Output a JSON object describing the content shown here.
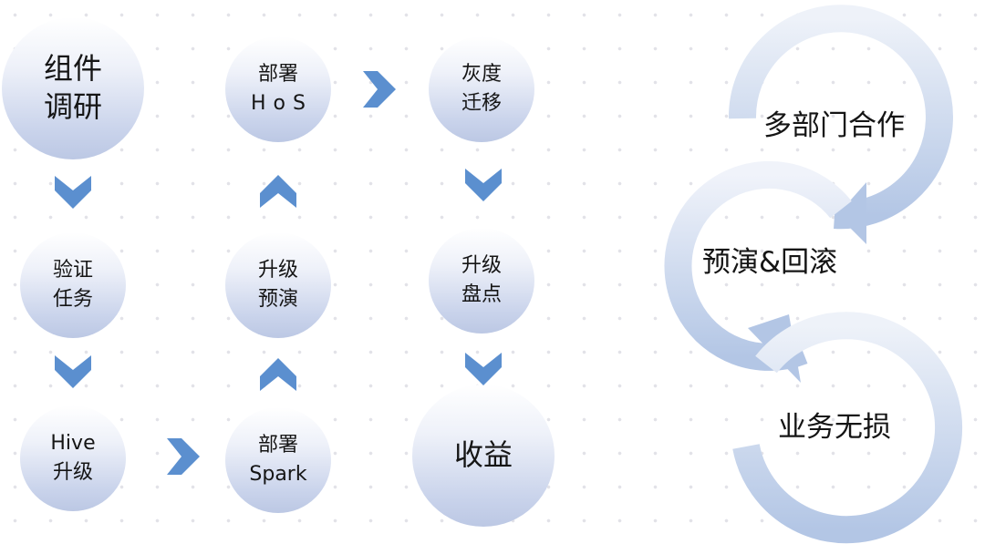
{
  "flow": {
    "nodes": [
      {
        "id": "component-research",
        "line1": "组件",
        "line2": "调研"
      },
      {
        "id": "deploy-hos",
        "line1": "部署",
        "line2": "HoS"
      },
      {
        "id": "gray-migration",
        "line1": "灰度",
        "line2": "迁移"
      },
      {
        "id": "verify-tasks",
        "line1": "验证",
        "line2": "任务"
      },
      {
        "id": "upgrade-rehearsal",
        "line1": "升级",
        "line2": "预演"
      },
      {
        "id": "upgrade-inventory",
        "line1": "升级",
        "line2": "盘点"
      },
      {
        "id": "hive-upgrade",
        "line1": "Hive",
        "line2": "升级"
      },
      {
        "id": "deploy-spark",
        "line1": "部署",
        "line2": "Spark"
      },
      {
        "id": "benefits",
        "line1": "收益"
      }
    ]
  },
  "cycle": {
    "items": [
      "多部门合作",
      "预演&回滚",
      "业务无损"
    ]
  },
  "colors": {
    "arrow": "#5b8fcf",
    "ring": "#b7c8e6",
    "node_bottom": "#bcc8e4"
  }
}
